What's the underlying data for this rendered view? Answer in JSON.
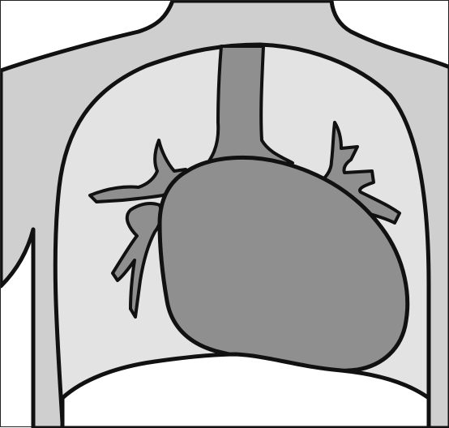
{
  "diagram": {
    "colors": {
      "background": "#ffffff",
      "skin": "#cfcfcf",
      "chest_cavity": "#e3e3e3",
      "heart": "#8f8f8f",
      "vessels": "#8f8f8f",
      "outline": "#111111"
    },
    "parts": [
      "torso",
      "chest-cavity",
      "trachea",
      "heart",
      "right-vessels",
      "left-vessels",
      "diaphragm"
    ]
  }
}
